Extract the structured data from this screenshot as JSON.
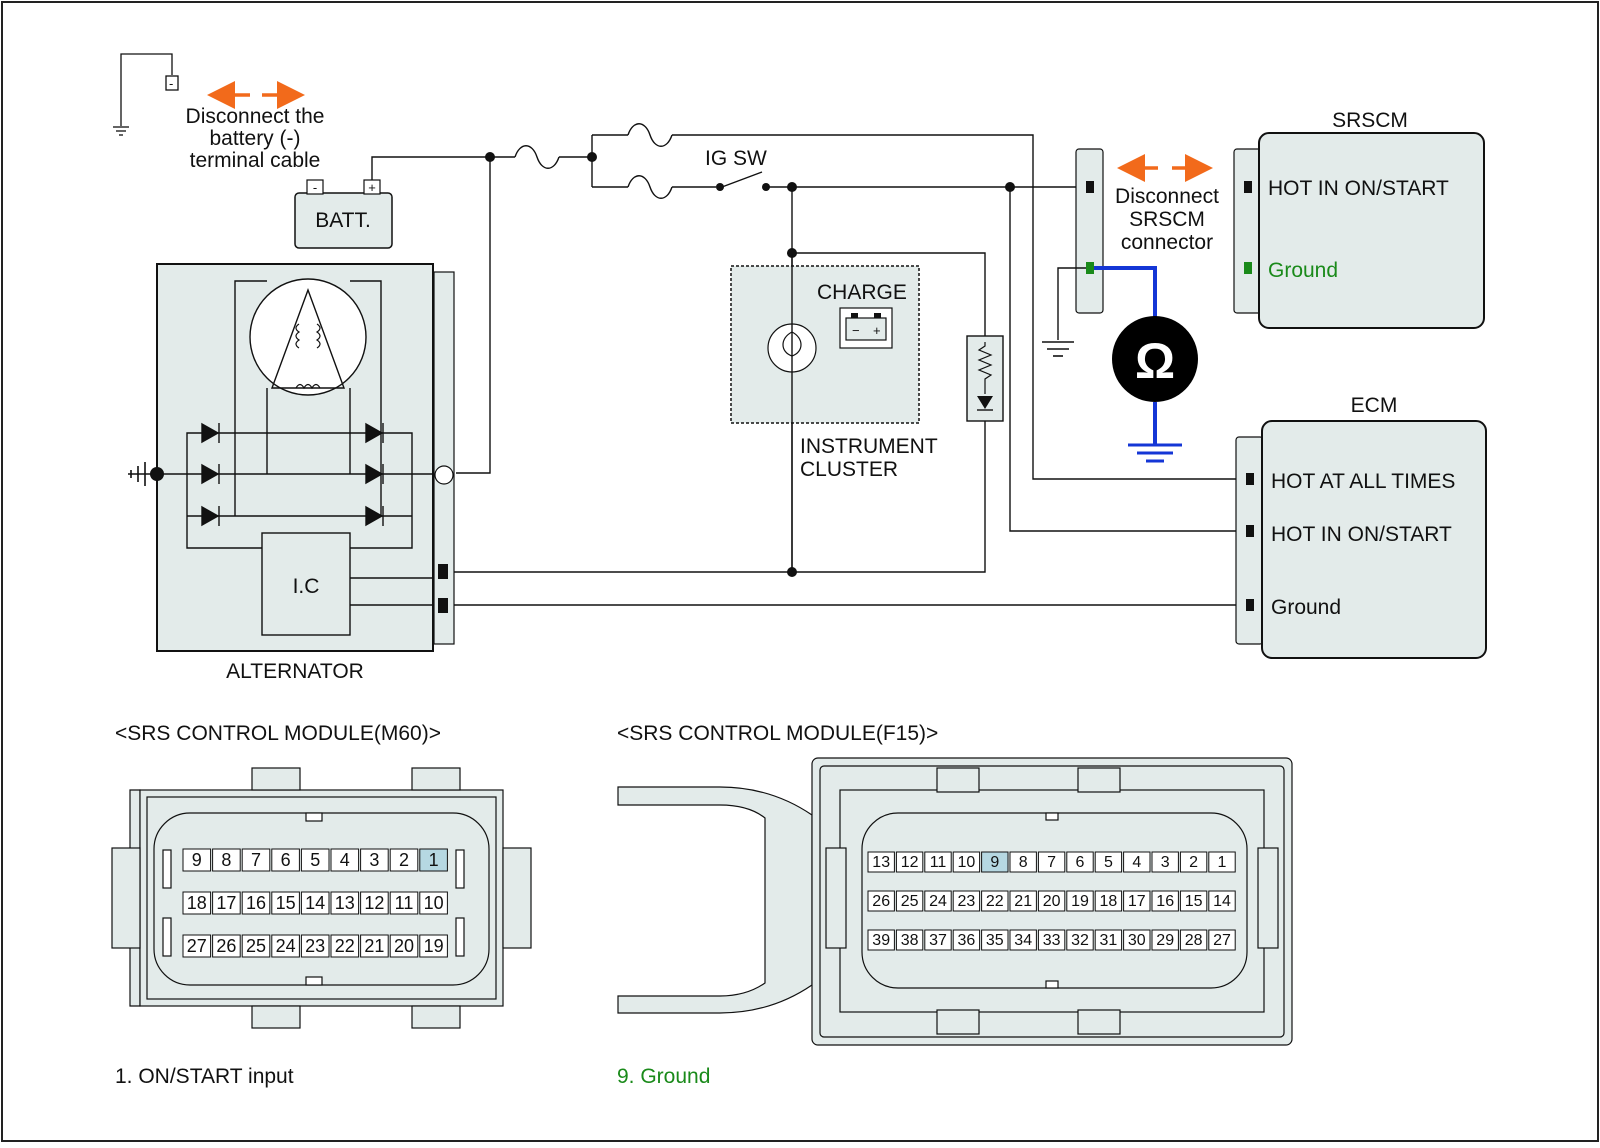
{
  "colors": {
    "component_fill": "#e3ebea",
    "wire": "#111111",
    "ground_text": "#1a8a1a",
    "arrow": "#f26a1b",
    "meter_wire": "#1436d6",
    "highlight_pin": "#b6d8e2"
  },
  "battery": {
    "note_line1": "Disconnect the",
    "note_line2": "battery (-)",
    "note_line3": "terminal cable",
    "label": "BATT.",
    "neg": "-",
    "pos": "+"
  },
  "alternator": {
    "label": "ALTERNATOR",
    "ic_label": "I.C"
  },
  "ig_switch": {
    "label": "IG SW"
  },
  "cluster": {
    "charge_label": "CHARGE",
    "label_line1": "INSTRUMENT",
    "label_line2": "CLUSTER"
  },
  "srscm_note": {
    "line1": "Disconnect",
    "line2": "SRSCM",
    "line3": "connector"
  },
  "ohmmeter": {
    "symbol": "Ω"
  },
  "srscm": {
    "title": "SRSCM",
    "pins": [
      "HOT IN ON/START",
      "Ground"
    ]
  },
  "ecm": {
    "title": "ECM",
    "pins": [
      "HOT AT ALL TIMES",
      "HOT IN ON/START",
      "Ground"
    ]
  },
  "connector_m60": {
    "title": "<SRS CONTROL MODULE(M60)>",
    "rows": [
      [
        "9",
        "8",
        "7",
        "6",
        "5",
        "4",
        "3",
        "2",
        "1"
      ],
      [
        "18",
        "17",
        "16",
        "15",
        "14",
        "13",
        "12",
        "11",
        "10"
      ],
      [
        "27",
        "26",
        "25",
        "24",
        "23",
        "22",
        "21",
        "20",
        "19"
      ]
    ],
    "highlight": "1",
    "caption": "1. ON/START input"
  },
  "connector_f15": {
    "title": "<SRS CONTROL MODULE(F15)>",
    "rows": [
      [
        "13",
        "12",
        "11",
        "10",
        "9",
        "8",
        "7",
        "6",
        "5",
        "4",
        "3",
        "2",
        "1"
      ],
      [
        "26",
        "25",
        "24",
        "23",
        "22",
        "21",
        "20",
        "19",
        "18",
        "17",
        "16",
        "15",
        "14"
      ],
      [
        "39",
        "38",
        "37",
        "36",
        "35",
        "34",
        "33",
        "32",
        "31",
        "30",
        "29",
        "28",
        "27"
      ]
    ],
    "highlight": "9",
    "caption": "9. Ground"
  }
}
